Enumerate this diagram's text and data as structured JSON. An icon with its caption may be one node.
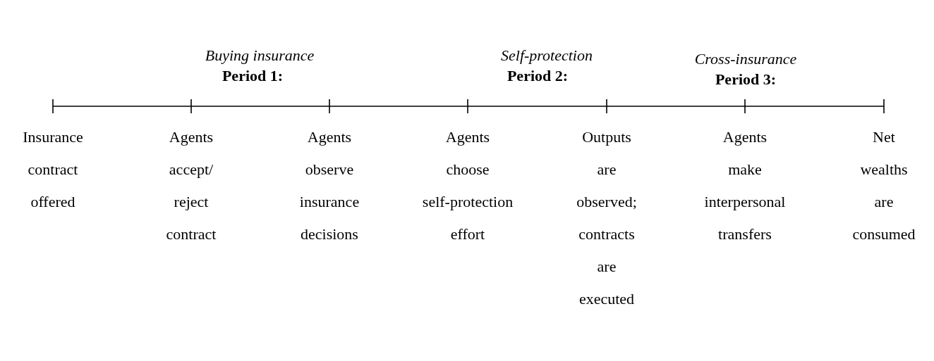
{
  "diagram": {
    "labels": [
      "Period 1:",
      "Buying insurance",
      "Period 2:",
      "Self-protection",
      "Period 3:",
      "Cross-insurance",
      "Insurance contract offered",
      "Agents accept/ reject contract",
      "Agents observe insurance decisions",
      "Agents choose self-protection effort",
      "Outputs are observed; contracts are executed",
      "Agents make interpersonal transfers",
      "Net wealths are consumed"
    ]
  }
}
